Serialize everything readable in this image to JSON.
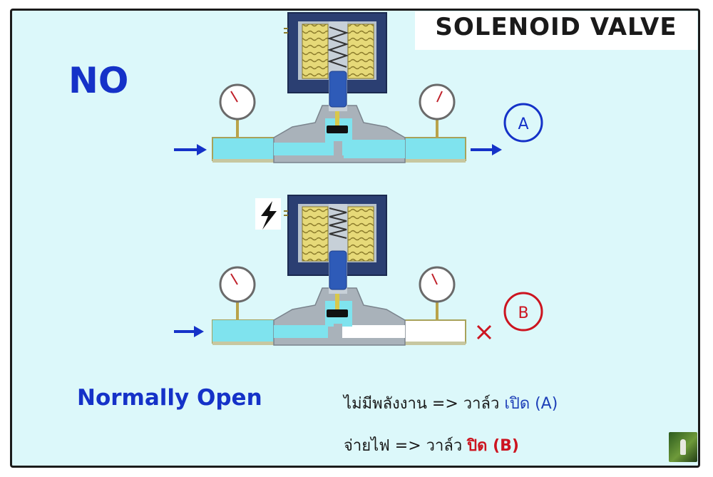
{
  "title": "SOLENOID VALVE",
  "mode_label": "NO",
  "subtitle": "Normally Open",
  "outputs": {
    "a": "A",
    "b": "B"
  },
  "legend": {
    "line1_left": "ไม่มีพลังงาน =>  วาล์ว ",
    "line1_state": "เปิด (A)",
    "line2_left": "จ่ายไฟ =>  วาล์ว ",
    "line2_state": "ปิด (B)"
  },
  "colors": {
    "background": "#dcf8fa",
    "accent_blue": "#1532c8",
    "state_red": "#cc1520",
    "coil": "#e6d978",
    "housing": "#2b3f72",
    "fluid": "#7fe3ee"
  },
  "icons": [
    "lightning-icon",
    "arrow-right-icon",
    "pressure-gauge-icon",
    "blocked-x-icon",
    "logo-icon"
  ]
}
